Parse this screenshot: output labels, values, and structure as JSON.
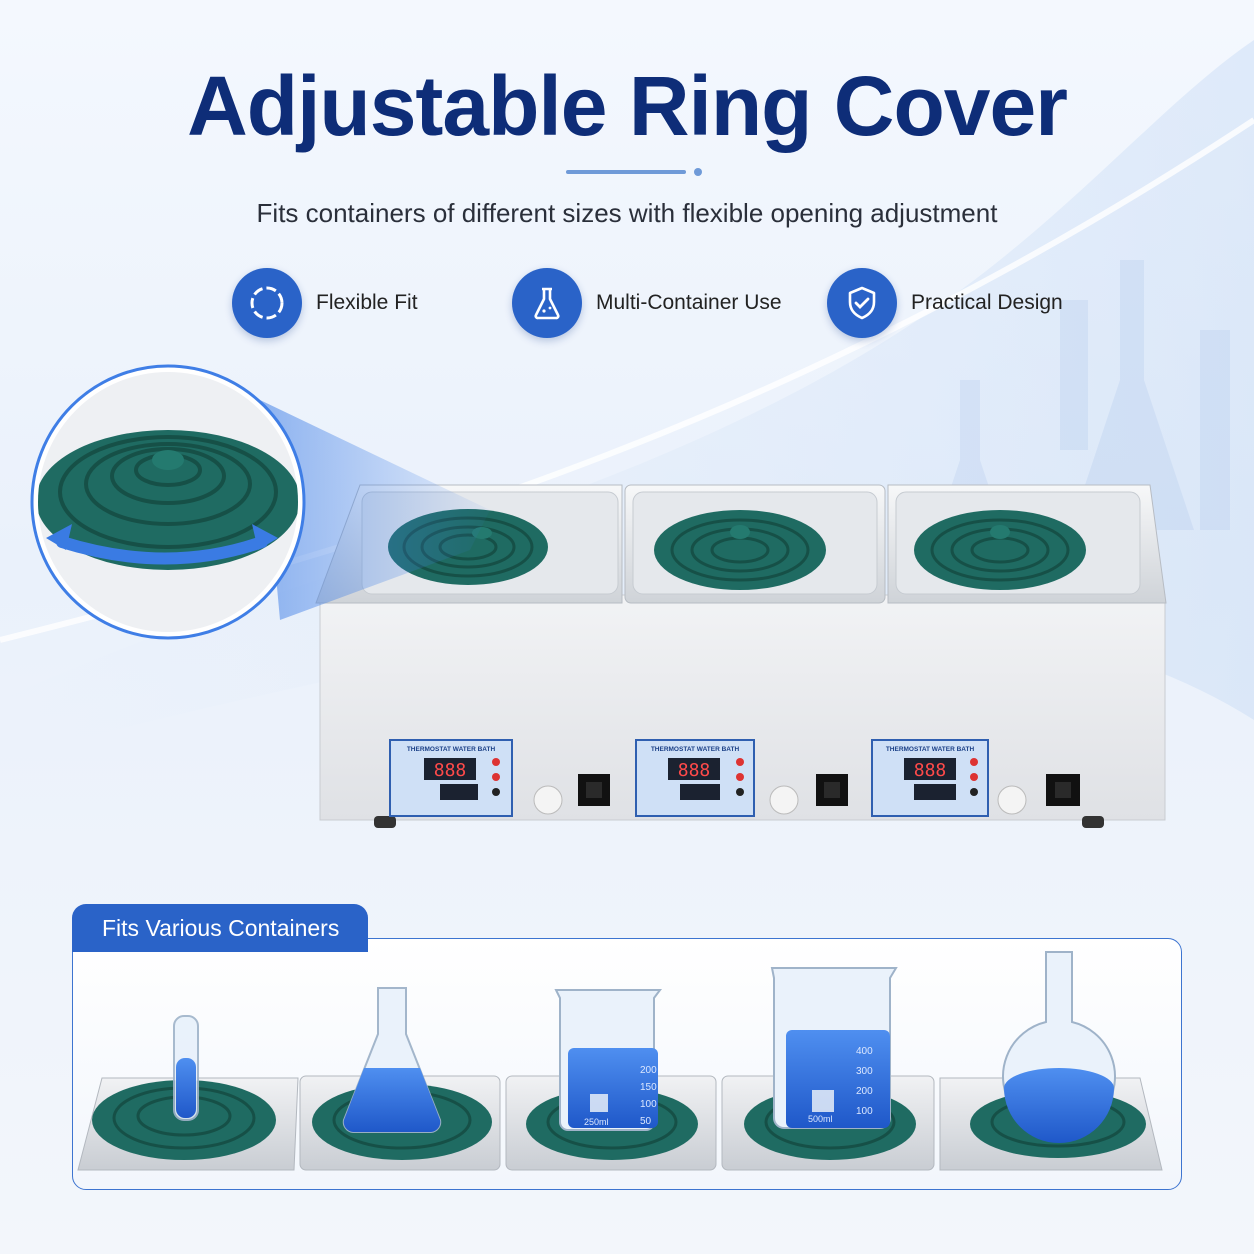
{
  "header": {
    "title": "Adjustable Ring Cover",
    "subtitle": "Fits containers of different sizes with flexible opening adjustment"
  },
  "features": [
    {
      "icon": "ring-icon",
      "label": "Flexible Fit"
    },
    {
      "icon": "flask-icon",
      "label": "Multi-Container Use"
    },
    {
      "icon": "shield-check-icon",
      "label": "Practical Design"
    }
  ],
  "panel": {
    "label": "THERMOSTAT WATER BATH",
    "display_value": "888"
  },
  "containers_section": {
    "label": "Fits Various Containers"
  },
  "beaker_marks": {
    "small_beaker": [
      "200",
      "150",
      "100",
      "50"
    ],
    "small_beaker_volume": "250ml",
    "large_beaker": [
      "400",
      "300",
      "200",
      "100"
    ],
    "large_beaker_volume": "500ml"
  },
  "colors": {
    "title": "#0e2d78",
    "accent": "#2a63c8",
    "ring_cover": "#1f6b62",
    "liquid": "#2f6fe0",
    "steel": "#e2e4e8"
  }
}
